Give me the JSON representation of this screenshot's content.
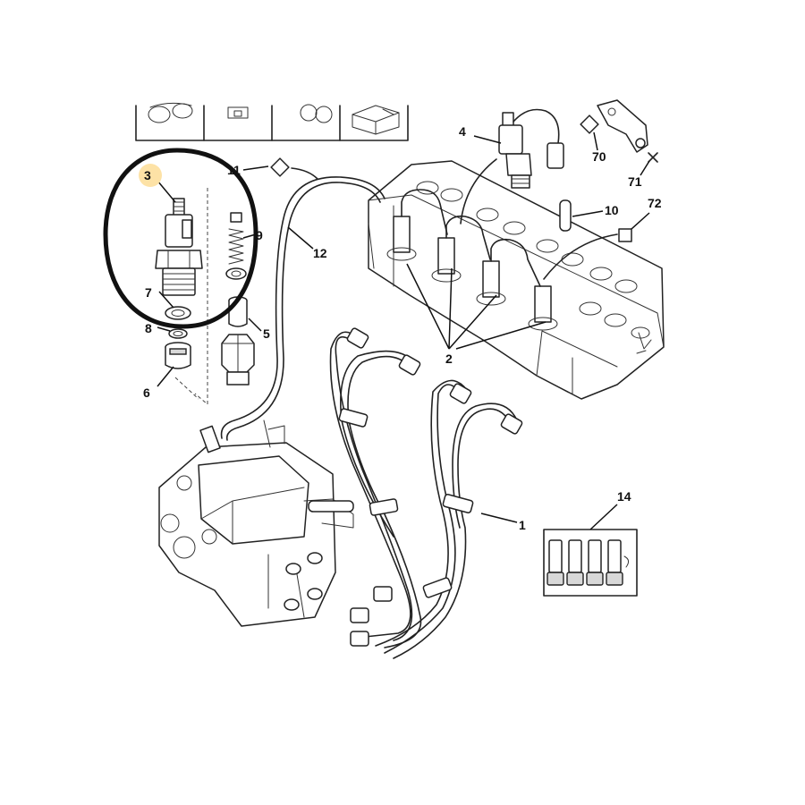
{
  "callouts": {
    "c1": "1",
    "c2": "2",
    "c3": "3",
    "c4": "4",
    "c5": "5",
    "c6": "6",
    "c7": "7",
    "c8": "8",
    "c9": "9",
    "c10": "10",
    "c11": "11",
    "c12": "12",
    "c14": "14",
    "c70": "70",
    "c71": "71",
    "c72": "72"
  },
  "highlight_color": "#fde2a6",
  "circle_color": "#111111"
}
